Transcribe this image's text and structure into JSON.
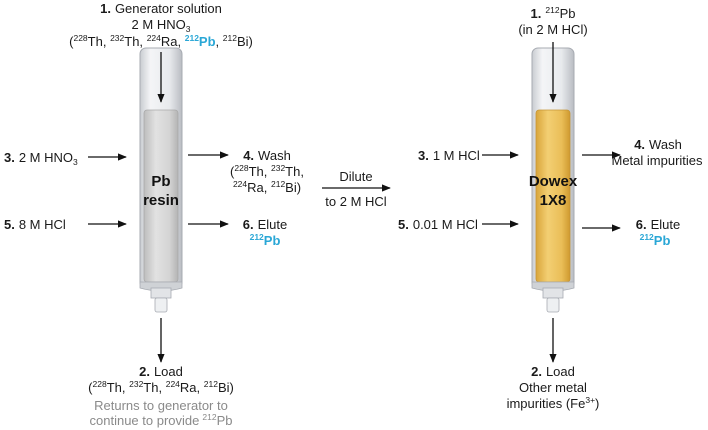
{
  "left": {
    "step1": {
      "num": "1.",
      "text": "Generator solution",
      "acid": "2 M HNO",
      "acid_sub": "3",
      "iso_a_sup": "228",
      "iso_a": "Th,",
      "iso_b_sup": "232",
      "iso_b": "Th,",
      "iso_c_sup": "224",
      "iso_c": "Ra,",
      "iso_d_sup": "212",
      "iso_d": "Pb",
      "iso_e_sup": "212",
      "iso_e": "Bi)"
    },
    "column_label_1": "Pb",
    "column_label_2": "resin",
    "step3": {
      "num": "3.",
      "text": "2 M HNO",
      "sub": "3"
    },
    "step4": {
      "num": "4.",
      "text": "Wash",
      "l1_a_sup": "228",
      "l1_a": "Th,",
      "l1_b_sup": "232",
      "l1_b": "Th,",
      "l2_a_sup": "224",
      "l2_a": "Ra,",
      "l2_b_sup": "212",
      "l2_b": "Bi)"
    },
    "step5": {
      "num": "5.",
      "text": "8 M HCl"
    },
    "step6": {
      "num": "6.",
      "text": "Elute",
      "iso_sup": "212",
      "iso": "Pb"
    },
    "step2": {
      "num": "2.",
      "text": "Load",
      "iso_a_sup": "228",
      "iso_a": "Th,",
      "iso_b_sup": "232",
      "iso_b": "Th,",
      "iso_c_sup": "224",
      "iso_c": "Ra,",
      "iso_d_sup": "212",
      "iso_d": "Bi)",
      "note1": "Returns to generator to",
      "note2": "continue to provide",
      "note_sup": "212",
      "note_iso": "Pb"
    }
  },
  "middle": {
    "dilute": "Dilute",
    "to": "to 2 M HCl"
  },
  "right": {
    "step1": {
      "num": "1.",
      "iso_sup": "212",
      "iso": "Pb",
      "line2": "(in 2 M HCl)"
    },
    "column_label_1": "Dowex",
    "column_label_2": "1X8",
    "step3": {
      "num": "3.",
      "text": "1 M HCl"
    },
    "step4": {
      "num": "4.",
      "text": "Wash",
      "line2": "Metal impurities"
    },
    "step5": {
      "num": "5.",
      "text": "0.01 M HCl"
    },
    "step6": {
      "num": "6.",
      "text": "Elute",
      "iso_sup": "212",
      "iso": "Pb"
    },
    "step2": {
      "num": "2.",
      "text": "Load",
      "line2": "Other metal",
      "line3": "impurities (Fe",
      "sup": "3+",
      "close": ")"
    }
  },
  "colors": {
    "cyan": "#2aa7d6",
    "resin_grey": "#d9d9d9",
    "dowex_gold": "#e9b84a",
    "note_grey": "#8a8a8a"
  }
}
